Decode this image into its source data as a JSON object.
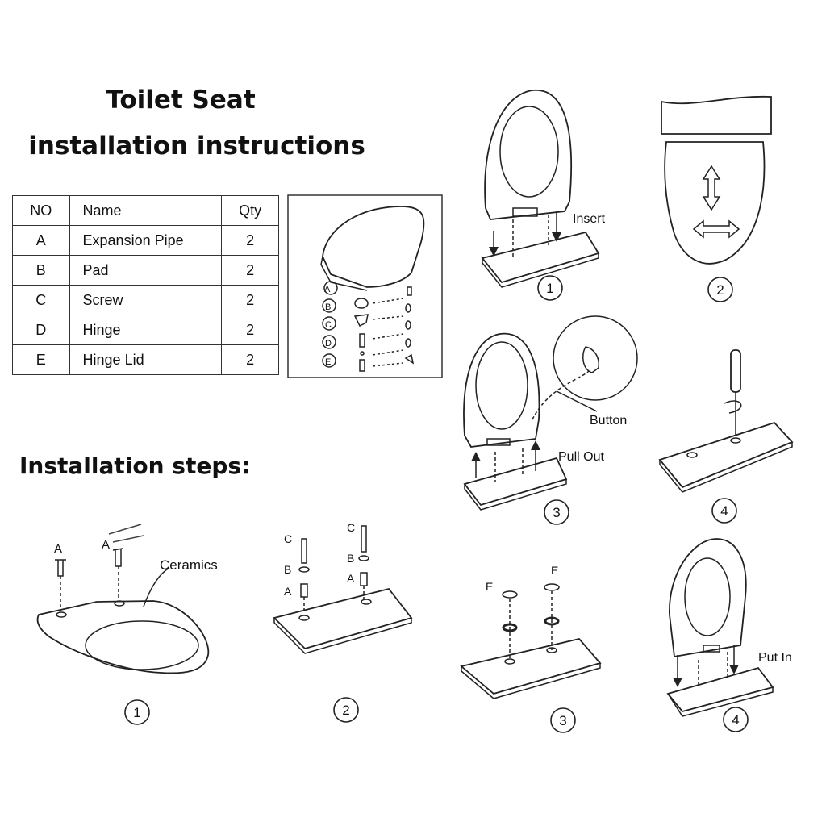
{
  "title": {
    "line1": "Toilet Seat",
    "line2": "installation instructions"
  },
  "parts_table": {
    "headers": {
      "no": "NO",
      "name": "Name",
      "qty": "Qty"
    },
    "rows": [
      {
        "no": "A",
        "name": "Expansion Pipe",
        "qty": "2"
      },
      {
        "no": "B",
        "name": "Pad",
        "qty": "2"
      },
      {
        "no": "C",
        "name": "Screw",
        "qty": "2"
      },
      {
        "no": "D",
        "name": "Hinge",
        "qty": "2"
      },
      {
        "no": "E",
        "name": "Hinge Lid",
        "qty": "2"
      }
    ]
  },
  "parts_diagram": {
    "markers": [
      "A",
      "B",
      "C",
      "D",
      "E"
    ]
  },
  "steps_title": "Installation steps:",
  "install_steps": {
    "step1": {
      "number": "1",
      "part_labels": [
        "A",
        "A"
      ],
      "callout": "Ceramics"
    },
    "step2": {
      "number": "2",
      "part_labels": [
        "C",
        "B",
        "A",
        "C",
        "B",
        "A"
      ]
    },
    "step3": {
      "number": "3",
      "part_labels": [
        "E",
        "E"
      ]
    },
    "step4": {
      "number": "4",
      "callout": "Put In"
    }
  },
  "removal_steps": {
    "step1": {
      "number": "1",
      "callout": "Insert"
    },
    "step2": {
      "number": "2"
    },
    "step3": {
      "number": "3",
      "callouts": [
        "Button",
        "Pull Out"
      ]
    },
    "step4": {
      "number": "4"
    }
  }
}
